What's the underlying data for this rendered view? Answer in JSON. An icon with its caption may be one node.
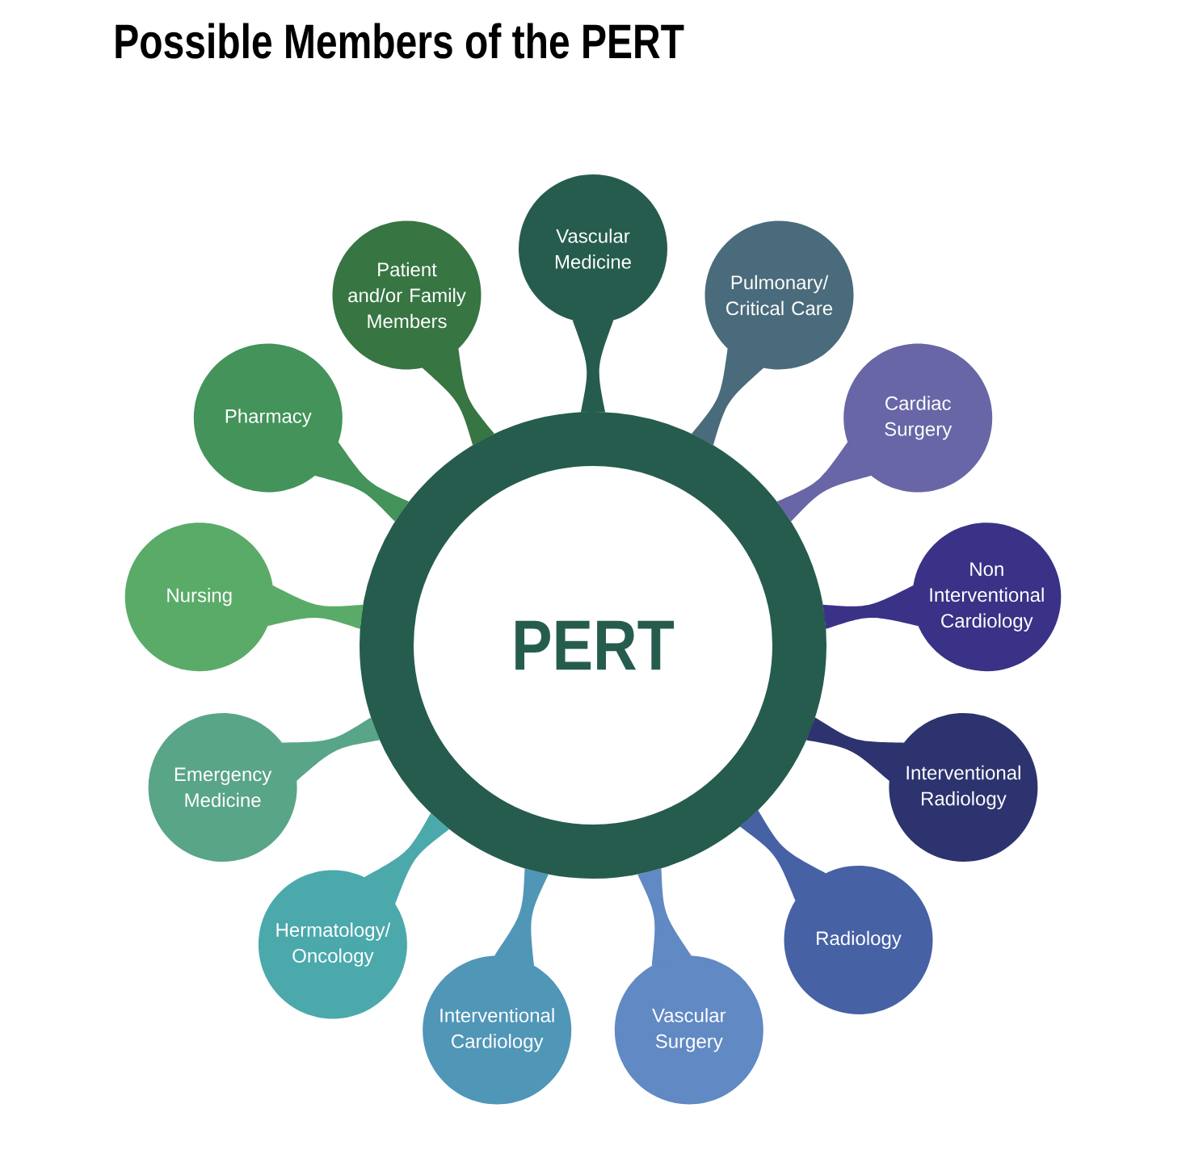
{
  "diagram": {
    "title": "Possible Members of the PERT",
    "nodes": [
      {
        "text": [
          "PERT"
        ]
      },
      {
        "text": [
          "Vascular Medicine"
        ]
      },
      {
        "text": [
          "Pulmonary/ Critical Care"
        ]
      },
      {
        "text": [
          "Cardiac Surgery"
        ]
      },
      {
        "text": [
          "Non Interventional Cardiology"
        ]
      },
      {
        "text": [
          "Interventional Radiology"
        ]
      },
      {
        "text": [
          "Radiology"
        ]
      },
      {
        "text": [
          "Vascular Surgery"
        ]
      },
      {
        "text": [
          "Interventional Cardiology"
        ]
      },
      {
        "text": [
          "Hermatology/ Oncology"
        ]
      },
      {
        "text": [
          "Emergency Medicine"
        ]
      },
      {
        "text": [
          "Nursing"
        ]
      },
      {
        "text": [
          "Pharmacy"
        ]
      },
      {
        "text": [
          "Patient and/or Family Members"
        ]
      }
    ],
    "edges": [
      {
        "from": 0,
        "to": 1,
        "arrow": "none",
        "color": "#265c4e"
      },
      {
        "from": 0,
        "to": 2,
        "arrow": "none",
        "color": "#4a6b7b"
      },
      {
        "from": 0,
        "to": 3,
        "arrow": "none",
        "color": "#6866a6"
      },
      {
        "from": 0,
        "to": 4,
        "arrow": "none",
        "color": "#3a3286"
      },
      {
        "from": 0,
        "to": 5,
        "arrow": "none",
        "color": "#2c336e"
      },
      {
        "from": 0,
        "to": 6,
        "arrow": "none",
        "color": "#4662a5"
      },
      {
        "from": 0,
        "to": 7,
        "arrow": "none",
        "color": "#6189c4"
      },
      {
        "from": 0,
        "to": 8,
        "arrow": "none",
        "color": "#5096b7"
      },
      {
        "from": 0,
        "to": 9,
        "arrow": "none",
        "color": "#4ba9ac"
      },
      {
        "from": 0,
        "to": 10,
        "arrow": "none",
        "color": "#59a587"
      },
      {
        "from": 0,
        "to": 11,
        "arrow": "none",
        "color": "#5aab68"
      },
      {
        "from": 0,
        "to": 12,
        "arrow": "none",
        "color": "#43935a"
      },
      {
        "from": 0,
        "to": 13,
        "arrow": "none",
        "color": "#377543"
      }
    ]
  }
}
